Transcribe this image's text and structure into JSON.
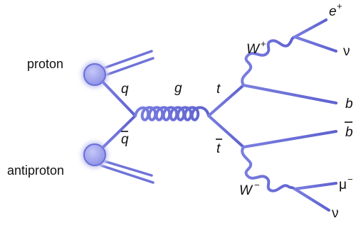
{
  "labels": {
    "proton": "proton",
    "antiproton": "antiproton",
    "q": "q",
    "qbar": "q",
    "g": "g",
    "t": "t",
    "tbar": "t",
    "w_plus": "W",
    "w_plus_sup": "+",
    "w_minus": "W",
    "w_minus_sup": "−",
    "e_plus": "e",
    "e_plus_sup": "+",
    "nu_top": "ν",
    "b": "b",
    "bbar": "b",
    "mu_minus": "μ",
    "mu_minus_sup": "−",
    "nu_bottom": "ν"
  },
  "colors": {
    "line": "#6b6fd6",
    "line_light": "#c9cbf3",
    "vertex_fill": "#9fa1ee",
    "text": "#111111"
  }
}
